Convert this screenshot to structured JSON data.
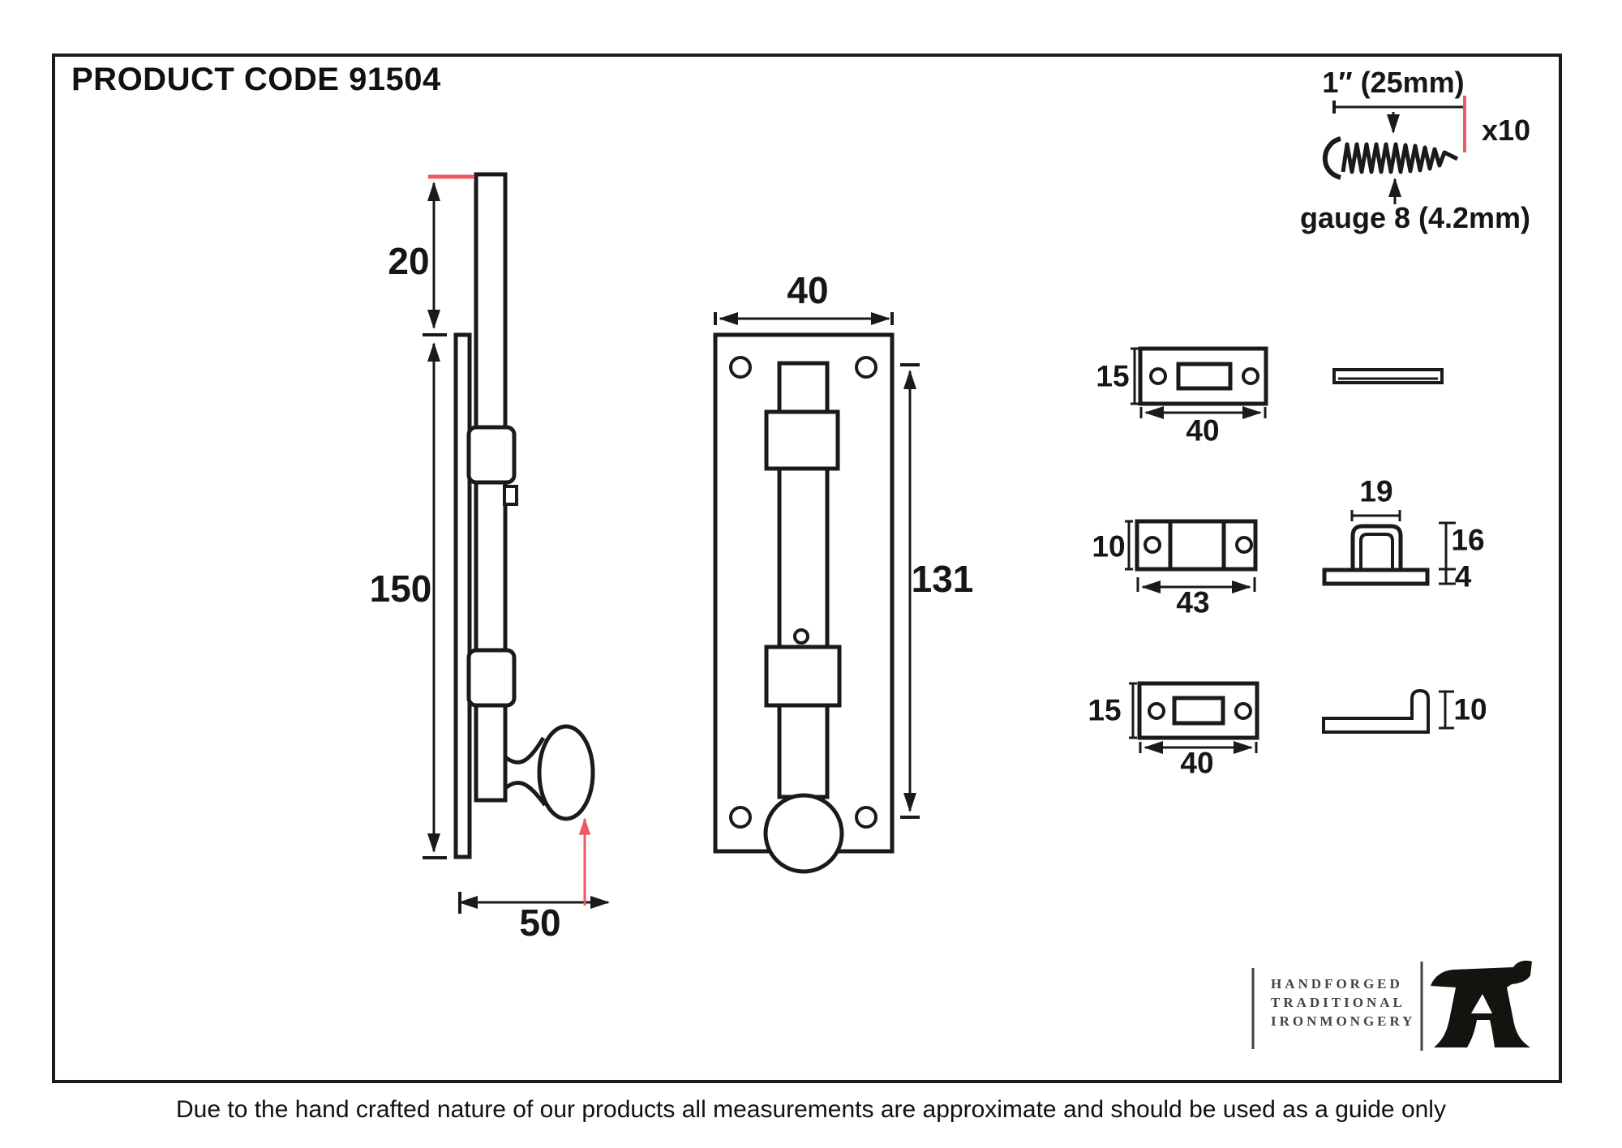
{
  "title": "PRODUCT CODE 91504",
  "screw": {
    "length_label": "1″ (25mm)",
    "qty_label": "x10",
    "gauge_label": "gauge 8 (4.2mm)"
  },
  "side_view": {
    "dim_top_travel": "20",
    "dim_plate_length": "150",
    "dim_knob_offset": "50"
  },
  "front_view": {
    "dim_plate_width": "40",
    "dim_bolt_length": "131"
  },
  "keepers": {
    "row1": {
      "dim_height": "15",
      "dim_width": "40"
    },
    "row2": {
      "dim_height": "10",
      "dim_width": "43",
      "staple_width": "19",
      "staple_height": "16",
      "staple_base": "4"
    },
    "row3": {
      "dim_height": "15",
      "dim_width": "40",
      "bracket_height": "10"
    }
  },
  "logo": {
    "line1": "HANDFORGED",
    "line2": "TRADITIONAL",
    "line3": "IRONMONGERY"
  },
  "disclaimer": "Due to the hand crafted nature of our products all measurements are approximate and should be used as a guide only",
  "colors": {
    "line": "#1a1a1a",
    "accent_red": "#f0595f",
    "logo_text": "#47423c"
  }
}
